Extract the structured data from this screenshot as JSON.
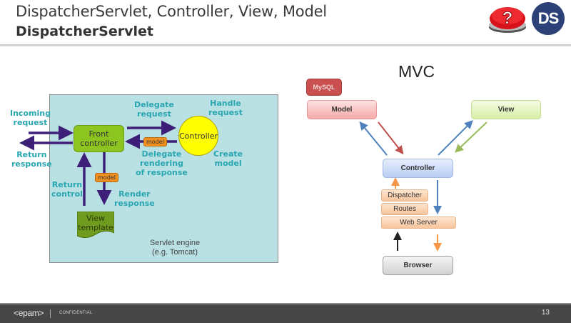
{
  "header": {
    "title": "DispatcherServlet, Controller, View, Model",
    "subtitle": "DispatcherServlet",
    "help_icon": "question-mark-button-icon",
    "logo_text": "DS"
  },
  "left_diagram": {
    "incoming_request": [
      "Incoming",
      "request"
    ],
    "return_response": [
      "Return",
      "response"
    ],
    "front_controller": [
      "Front",
      "controller"
    ],
    "delegate_request": [
      "Delegate",
      "request"
    ],
    "handle_request": [
      "Handle",
      "request"
    ],
    "controller": "Controller",
    "model_tag": "model",
    "delegate_rendering": [
      "Delegate",
      "rendering",
      "of response"
    ],
    "create_model": [
      "Create",
      "model"
    ],
    "return_control": [
      "Return",
      "control"
    ],
    "render_response": [
      "Render",
      "response"
    ],
    "view_template": [
      "View",
      "template"
    ],
    "engine": [
      "Servlet engine",
      "(e.g. Tomcat)"
    ],
    "colors": {
      "arrow": "#3d1f7a",
      "label": "#2aa6b0",
      "background": "#b9e1e4"
    }
  },
  "right_diagram": {
    "title": "MVC",
    "mysql": "MySQL",
    "model": "Model",
    "view": "View",
    "controller": "Controller",
    "dispatcher": "Dispatcher",
    "routes": "Routes",
    "web_server": "Web Server",
    "browser": "Browser"
  },
  "footer": {
    "brand": "<epam>",
    "confidential": "CONFIDENTIAL",
    "page_number": "13"
  }
}
